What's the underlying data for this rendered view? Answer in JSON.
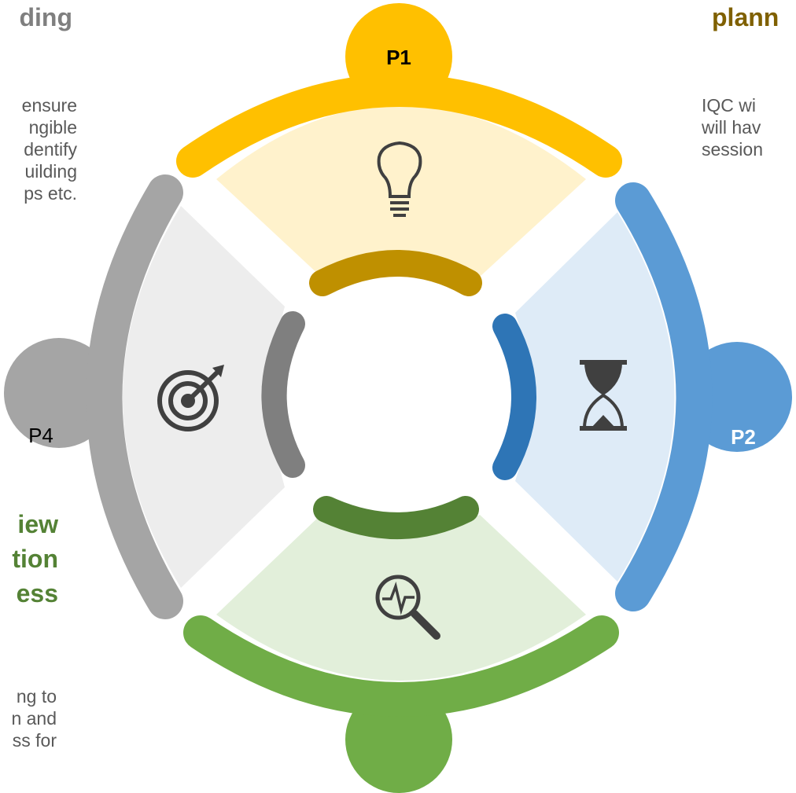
{
  "diagram": {
    "segments": [
      {
        "label": "P1",
        "color": "#ffc000",
        "fill": "#fff2cc",
        "inner_color": "#bf9000",
        "label_color": "#000000",
        "icon": "lightbulb-icon"
      },
      {
        "label": "P2",
        "color": "#5b9bd5",
        "fill": "#deebf7",
        "inner_color": "#2e75b6",
        "label_color": "#ffffff",
        "icon": "hourglass-icon"
      },
      {
        "label": "",
        "color": "#70ad47",
        "fill": "#e2efda",
        "inner_color": "#548235",
        "label_color": "#ffffff",
        "icon": "magnifier-pulse-icon"
      },
      {
        "label": "P4",
        "color": "#a5a5a5",
        "fill": "#ededed",
        "inner_color": "#7f7f7f",
        "label_color": "#000000",
        "icon": "target-icon"
      }
    ]
  },
  "text_blocks": {
    "left_top": {
      "heading": "ding",
      "body": [
        "ensure",
        "ngible",
        "dentify",
        "uilding",
        "ps etc."
      ]
    },
    "right_top": {
      "heading": "plann",
      "body": [
        "IQC wi",
        "will hav",
        "session"
      ]
    },
    "left_bottom": {
      "heading": [
        "iew",
        "tion",
        "ess"
      ],
      "body": [
        "ng to",
        "n and",
        "ss for"
      ]
    }
  }
}
